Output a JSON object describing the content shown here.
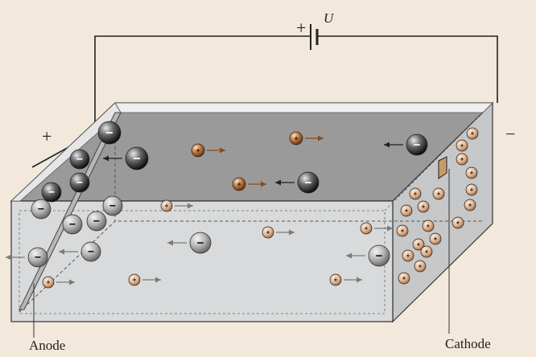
{
  "labels": {
    "voltage": "U",
    "battery_plus": "+",
    "anode_sign": "+",
    "cathode_sign": "−",
    "anode": "Anode",
    "cathode": "Cathode"
  },
  "ion_symbols": {
    "anion": "−",
    "cation": "+"
  },
  "colors": {
    "background": "#f2e8dc",
    "cell_top": "#9a9a9a",
    "cell_front": "#d9dadb",
    "cell_side": "#c6c7c8",
    "cation_surface": "#b07a50",
    "cation_interior": "#e0b38f",
    "anion_surface": "#202020",
    "anion_interior": "#a0a0a0",
    "arrow_surface": "#8a4a1a",
    "arrow_interior": "#7a7a7a"
  },
  "ions": {
    "anions_surface": [
      {
        "direction": "left"
      },
      {
        "direction": "none"
      },
      {
        "direction": "none"
      },
      {
        "direction": "none"
      },
      {
        "direction": "left"
      },
      {
        "direction": "left"
      }
    ],
    "anions_interior": [
      {
        "direction": "none"
      },
      {
        "direction": "none"
      },
      {
        "direction": "none"
      },
      {
        "direction": "none"
      },
      {
        "direction": "none"
      },
      {
        "direction": "left"
      },
      {
        "direction": "left"
      },
      {
        "direction": "left"
      },
      {
        "direction": "left"
      }
    ],
    "cations_moving": [
      {
        "direction": "right"
      },
      {
        "direction": "right"
      },
      {
        "direction": "right"
      },
      {
        "direction": "right"
      },
      {
        "direction": "right"
      },
      {
        "direction": "right"
      },
      {
        "direction": "right"
      },
      {
        "direction": "right"
      },
      {
        "direction": "right"
      }
    ]
  }
}
